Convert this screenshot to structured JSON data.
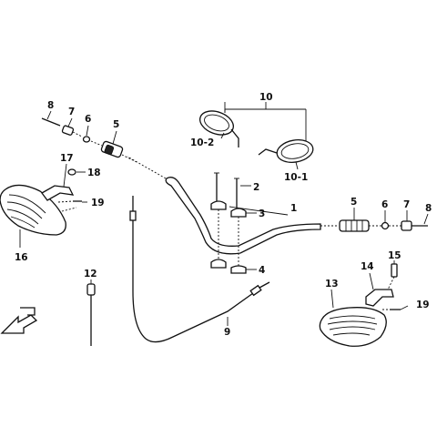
{
  "labels": {
    "p1": "1",
    "p2": "2",
    "p3": "3",
    "p4": "4",
    "p5a": "5",
    "p5b": "5",
    "p6a": "6",
    "p6b": "6",
    "p7a": "7",
    "p7b": "7",
    "p8a": "8",
    "p8b": "8",
    "p9": "9",
    "p10": "10",
    "p10_1": "10-1",
    "p10_2": "10-2",
    "p12": "12",
    "p13": "13",
    "p14": "14",
    "p15": "15",
    "p16": "16",
    "p17": "17",
    "p18": "18",
    "p19a": "19",
    "p19b": "19"
  },
  "icons": {
    "front-direction": "arrow-with-letters-icon"
  }
}
